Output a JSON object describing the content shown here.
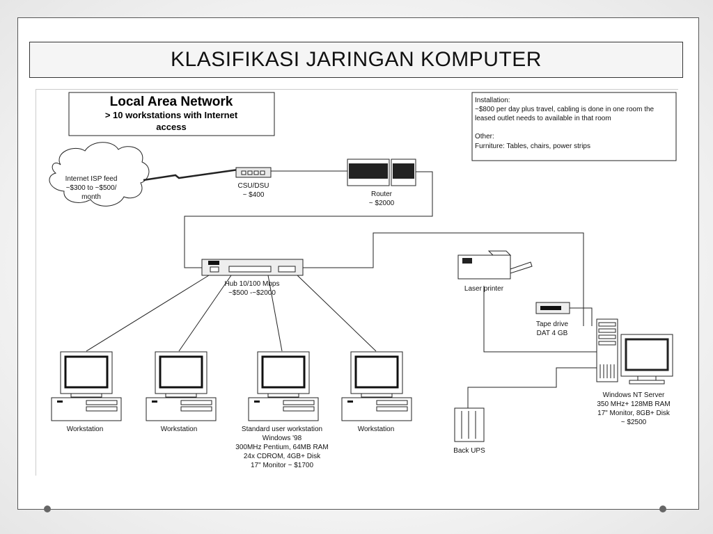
{
  "slide": {
    "title": "KLASIFIKASI JARINGAN KOMPUTER"
  },
  "lan_box": {
    "title": "Local Area Network",
    "line1": "> 10 workstations with Internet",
    "line2": "access"
  },
  "info_box": {
    "lines": [
      "Installation:",
      "~$800 per day plus travel, cabling is done in one room the",
      "leased outlet needs to available in that room",
      "",
      "Other:",
      "Furniture: Tables, chairs,  power strips"
    ]
  },
  "cloud": {
    "lines": [
      "Internet ISP feed",
      "~$300 to ~$500/",
      "month"
    ]
  },
  "csu": {
    "name": "CSU/DSU",
    "price": "~ $400"
  },
  "router": {
    "name": "Router",
    "price": "~ $2000"
  },
  "hub": {
    "name": "Hub 10/100 Mbps",
    "price": "~$500 -~$2000"
  },
  "printer": {
    "name": "Laser printer"
  },
  "tape": {
    "name": "Tape drive",
    "spec": "DAT 4 GB"
  },
  "server": {
    "lines": [
      "Windows NT Server",
      "350 MHz+ 128MB RAM",
      "17\" Monitor, 8GB+ Disk",
      "~ $2500"
    ]
  },
  "ups": {
    "name": "Back UPS"
  },
  "workstations": [
    {
      "lines": [
        "Workstation"
      ]
    },
    {
      "lines": [
        "Workstation"
      ]
    },
    {
      "lines": [
        "Standard user workstation",
        "Windows '98",
        "300MHz Pentium, 64MB RAM",
        "24x CDROM,  4GB+  Disk",
        "17\" Monitor ~ $1700"
      ]
    },
    {
      "lines": [
        "Workstation"
      ]
    }
  ]
}
